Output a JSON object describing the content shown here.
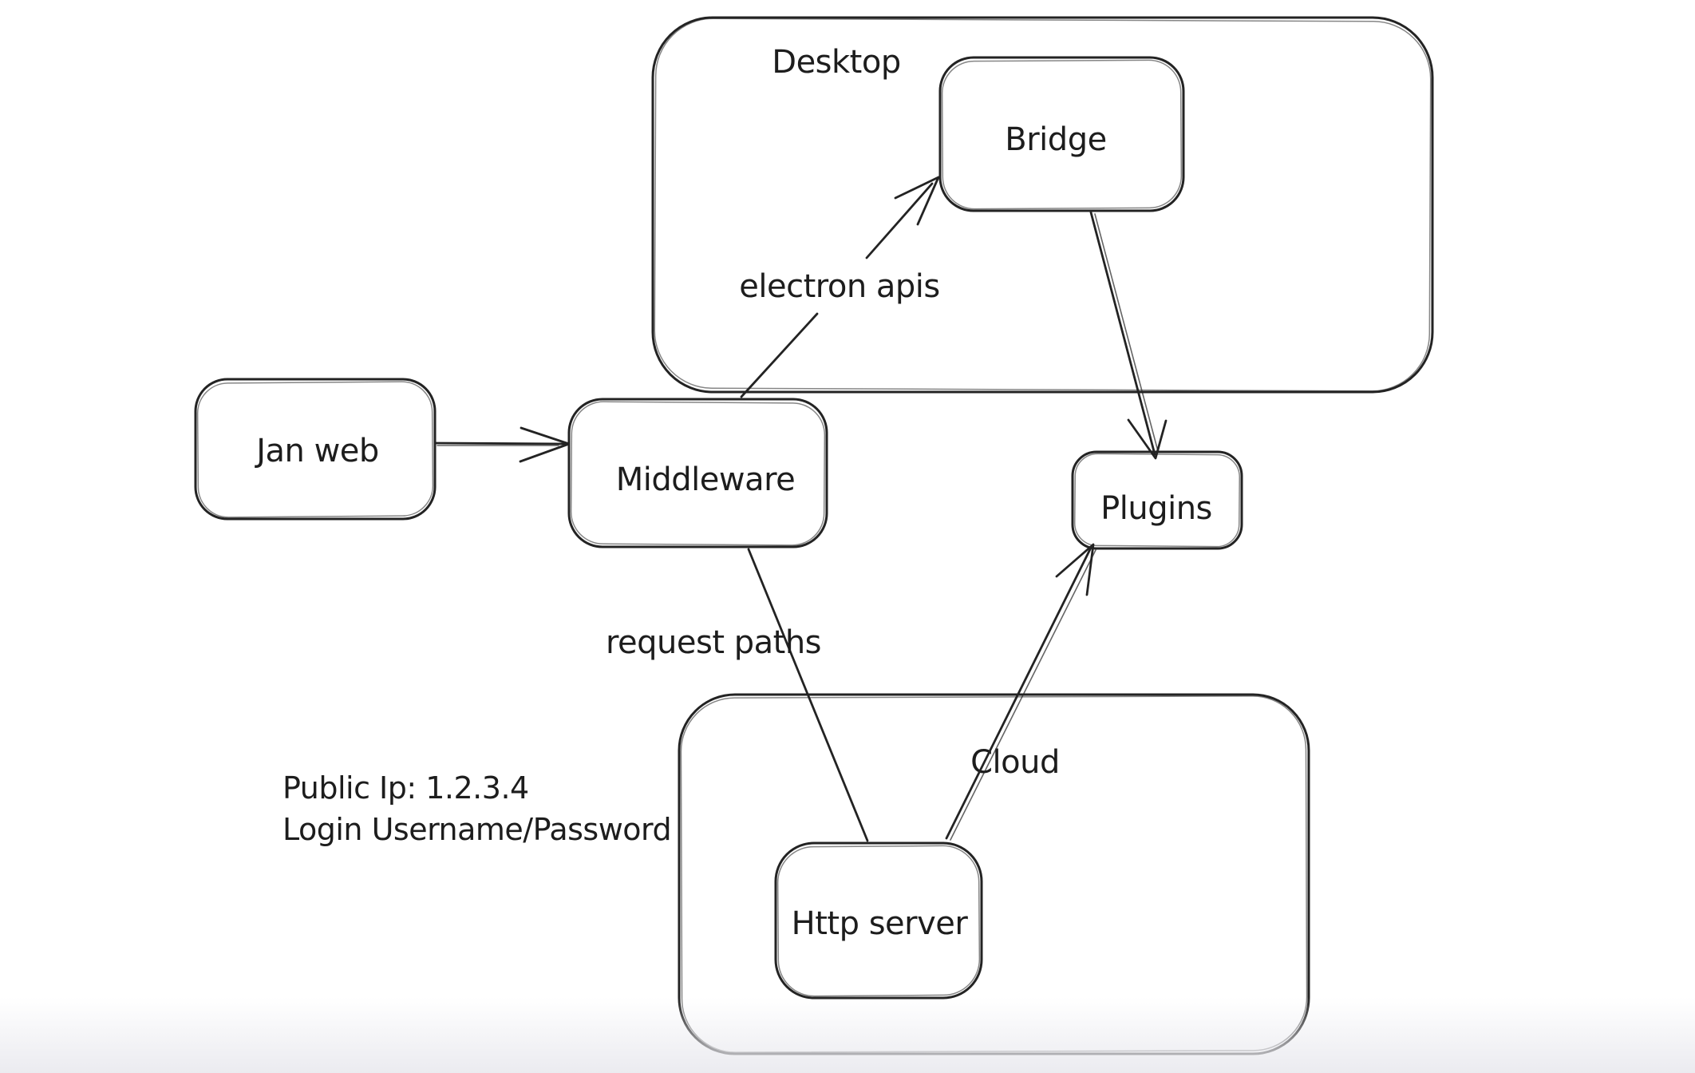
{
  "page": {
    "background": "#ffffff",
    "stroke_color": "#232323",
    "text_color": "#1d1d1d"
  },
  "diagram": {
    "containers": [
      {
        "id": "desktop",
        "label": "Desktop"
      },
      {
        "id": "cloud",
        "label": "Cloud"
      }
    ],
    "nodes": [
      {
        "id": "jan-web",
        "label": "Jan web"
      },
      {
        "id": "middleware",
        "label": "Middleware"
      },
      {
        "id": "bridge",
        "label": "Bridge"
      },
      {
        "id": "plugins",
        "label": "Plugins"
      },
      {
        "id": "http-server",
        "label": "Http server"
      }
    ],
    "edges": [
      {
        "from": "Jan web",
        "to": "Middleware",
        "label": ""
      },
      {
        "from": "Middleware",
        "to": "Bridge",
        "label": "electron apis"
      },
      {
        "from": "Bridge",
        "to": "Plugins",
        "label": ""
      },
      {
        "from": "Middleware",
        "to": "Http server",
        "label": "request paths"
      },
      {
        "from": "Http server",
        "to": "Plugins",
        "label": ""
      }
    ],
    "annotations": [
      {
        "id": "public-ip",
        "text": "Public Ip: 1.2.3.4"
      },
      {
        "id": "login",
        "text": "Login Username/Password"
      }
    ]
  }
}
